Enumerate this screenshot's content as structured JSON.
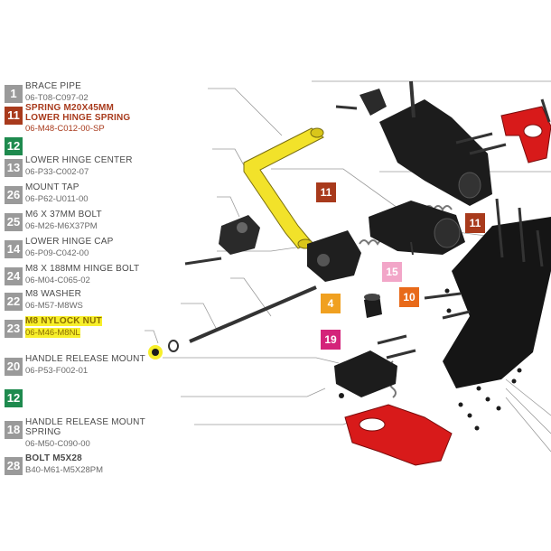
{
  "colors": {
    "gray": "#9a9a9a",
    "green": "#1e8a4e",
    "rust": "#a83a1c",
    "highlight": "#f7ef2a",
    "callout_orange": "#f0a020",
    "callout_deep_orange": "#e86a1a",
    "callout_pink": "#f2a6c8",
    "callout_magenta": "#d4237a",
    "part_yellow": "#f2e22a",
    "part_red": "#d81a1a",
    "part_black": "#1a1a1a"
  },
  "legend": [
    {
      "num": "1",
      "title": "BRACE PIPE",
      "code": "06-T08-C097-02",
      "style": "gray"
    },
    {
      "num": "11",
      "title": "SPRING M20x45mm",
      "title2": "LOWER HINGE SPRING",
      "code": "06-M48-C012-00-SP",
      "style": "rust"
    },
    {
      "num": "12",
      "title": "",
      "code": "",
      "style": "green"
    },
    {
      "num": "13",
      "title": "LOWER HINGE CENTER",
      "code": "06-P33-C002-07",
      "style": "gray"
    },
    {
      "num": "26",
      "title": "MOUNT TAP",
      "code": "06-P62-U011-00",
      "style": "gray"
    },
    {
      "num": "25",
      "title": "M6 X 37mm BOLT",
      "code": "06-M26-M6X37PM",
      "style": "gray"
    },
    {
      "num": "14",
      "title": "LOWER HINGE CAP",
      "code": "06-P09-C042-00",
      "style": "gray"
    },
    {
      "num": "24",
      "title": "M8 X 188mm HINGE BOLT",
      "code": "06-M04-C065-02",
      "style": "gray"
    },
    {
      "num": "22",
      "title": "M8 WASHER",
      "code": "06-M57-M8WS",
      "style": "gray"
    },
    {
      "num": "23",
      "title": "M8 NYLOCK NUT",
      "code": "06-M46-M8NL",
      "style": "highlight"
    },
    {
      "num": "20",
      "title": "HANDLE RELEASE MOUNT",
      "code": "06-P53-F002-01",
      "style": "gray"
    },
    {
      "num": "12",
      "title": "",
      "code": "",
      "style": "green"
    },
    {
      "num": "18",
      "title": "HANDLE RELEASE MOUNT",
      "title2": "SPRING",
      "code": "06-M50-C090-00",
      "style": "gray"
    },
    {
      "num": "28",
      "title": "BOLT M5X28",
      "code": "B40-M61-M5X28PM",
      "style": "gray"
    }
  ],
  "callouts": [
    {
      "num": "11",
      "color": "#a83a1c"
    },
    {
      "num": "11",
      "color": "#a83a1c"
    },
    {
      "num": "15",
      "color": "#f2a6c8"
    },
    {
      "num": "4",
      "color": "#f0a020"
    },
    {
      "num": "10",
      "color": "#e86a1a"
    },
    {
      "num": "19",
      "color": "#d4237a"
    }
  ]
}
